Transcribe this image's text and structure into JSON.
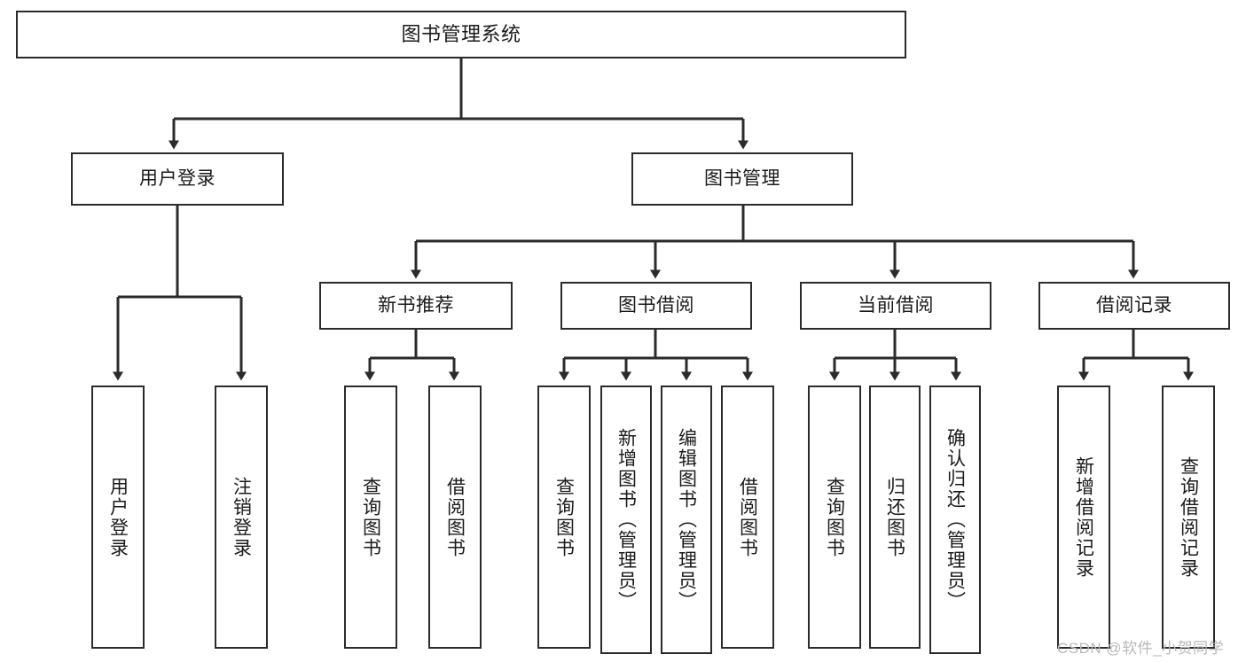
{
  "diagram": {
    "type": "tree-hierarchy-diagram",
    "title": "图书管理系统",
    "colors": {
      "background": "#ffffff",
      "box_border": "#2b2b2b",
      "box_fill": "#ffffff",
      "connector": "#2b2b2b",
      "text": "#1a1a1a",
      "watermark": "#b9b9b9"
    },
    "nodes": {
      "root": {
        "label": "图书管理系统",
        "orientation": "horizontal"
      },
      "level2": [
        {
          "label": "用户登录",
          "orientation": "horizontal"
        },
        {
          "label": "图书管理",
          "orientation": "horizontal"
        }
      ],
      "level3": [
        {
          "label": "新书推荐",
          "orientation": "horizontal"
        },
        {
          "label": "图书借阅",
          "orientation": "horizontal"
        },
        {
          "label": "当前借阅",
          "orientation": "horizontal"
        },
        {
          "label": "借阅记录",
          "orientation": "horizontal"
        }
      ],
      "leaves": [
        {
          "label": "用户登录",
          "parent": "用户登录",
          "orientation": "vertical"
        },
        {
          "label": "注销登录",
          "parent": "用户登录",
          "orientation": "vertical"
        },
        {
          "label": "查询图书",
          "parent": "新书推荐",
          "orientation": "vertical"
        },
        {
          "label": "借阅图书",
          "parent": "新书推荐",
          "orientation": "vertical"
        },
        {
          "label": "查询图书",
          "parent": "图书借阅",
          "orientation": "vertical"
        },
        {
          "label": "新增图书（管理员）",
          "parent": "图书借阅",
          "orientation": "vertical"
        },
        {
          "label": "编辑图书（管理员）",
          "parent": "图书借阅",
          "orientation": "vertical"
        },
        {
          "label": "借阅图书",
          "parent": "图书借阅",
          "orientation": "vertical"
        },
        {
          "label": "查询图书",
          "parent": "当前借阅",
          "orientation": "vertical"
        },
        {
          "label": "归还图书",
          "parent": "当前借阅",
          "orientation": "vertical"
        },
        {
          "label": "确认归还（管理员）",
          "parent": "当前借阅",
          "orientation": "vertical"
        },
        {
          "label": "新增借阅记录",
          "parent": "借阅记录",
          "orientation": "vertical"
        },
        {
          "label": "查询借阅记录",
          "parent": "借阅记录",
          "orientation": "vertical"
        }
      ]
    },
    "watermark": "CSDN @软件_小贺同学"
  }
}
